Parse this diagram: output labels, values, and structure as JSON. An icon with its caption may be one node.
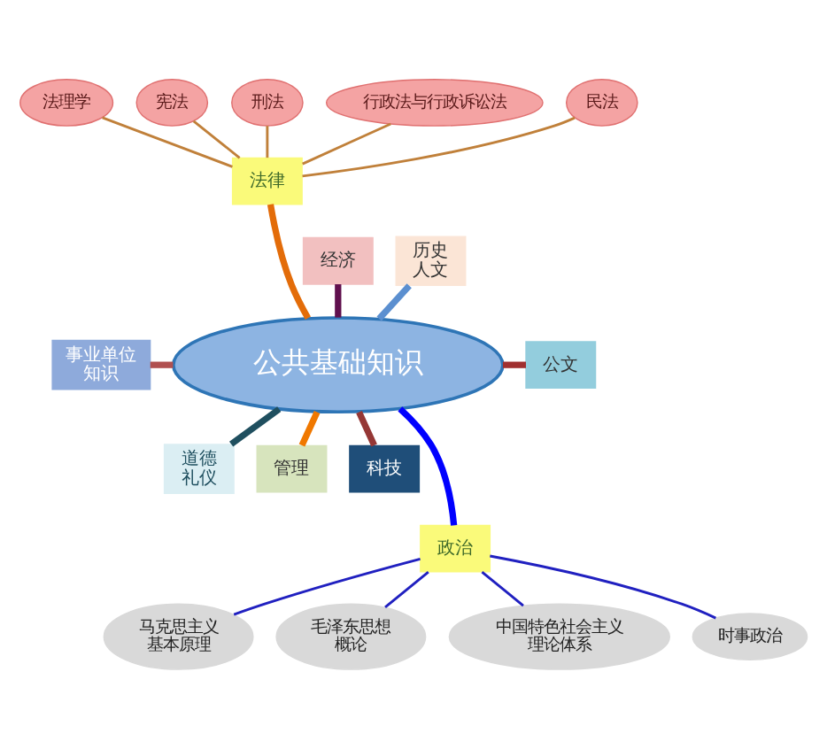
{
  "diagram": {
    "nodes": [
      {
        "text": [
          "法理学"
        ]
      },
      {
        "text": [
          "宪法"
        ]
      },
      {
        "text": [
          "刑法"
        ]
      },
      {
        "text": [
          "行政法与行政诉讼法"
        ]
      },
      {
        "text": [
          "民法"
        ]
      },
      {
        "text": [
          "法律"
        ]
      },
      {
        "text": [
          "历史人文"
        ]
      },
      {
        "text": [
          "经济"
        ]
      },
      {
        "text": [
          "事业单位知识"
        ]
      },
      {
        "text": [
          "公共基础知识"
        ]
      },
      {
        "text": [
          "公文"
        ]
      },
      {
        "text": [
          "道德礼仪"
        ]
      },
      {
        "text": [
          "管理"
        ]
      },
      {
        "text": [
          "科技"
        ]
      },
      {
        "text": [
          "政治"
        ]
      },
      {
        "text": [
          "马克思主义基本原理"
        ]
      },
      {
        "text": [
          "毛泽东思想概论"
        ]
      },
      {
        "text": [
          "中国特色社会主义理论体系"
        ]
      },
      {
        "text": [
          "时事政治"
        ]
      }
    ],
    "edges": [
      {
        "from": 0,
        "to": 5,
        "arrow": "none",
        "color": "#c0803a"
      },
      {
        "from": 1,
        "to": 5,
        "arrow": "none",
        "color": "#c0803a"
      },
      {
        "from": 2,
        "to": 5,
        "arrow": "none",
        "color": "#c0803a"
      },
      {
        "from": 3,
        "to": 5,
        "arrow": "none",
        "color": "#c0803a"
      },
      {
        "from": 4,
        "to": 5,
        "arrow": "none",
        "color": "#c0803a"
      },
      {
        "from": 5,
        "to": 9,
        "arrow": "none",
        "style": "thick",
        "color": "#e36c09"
      },
      {
        "from": 6,
        "to": 9,
        "arrow": "none",
        "style": "thick",
        "color": "#5b8fd0"
      },
      {
        "from": 7,
        "to": 9,
        "arrow": "none",
        "style": "thick",
        "color": "#60104e"
      },
      {
        "from": 8,
        "to": 9,
        "arrow": "none",
        "style": "thick",
        "color": "#b05050"
      },
      {
        "from": 9,
        "to": 10,
        "arrow": "none",
        "style": "thick",
        "color": "#a03030"
      },
      {
        "from": 9,
        "to": 11,
        "arrow": "none",
        "style": "thick",
        "color": "#1f4f5f"
      },
      {
        "from": 9,
        "to": 12,
        "arrow": "none",
        "style": "thick",
        "color": "#f07800"
      },
      {
        "from": 9,
        "to": 13,
        "arrow": "none",
        "style": "thick",
        "color": "#953735"
      },
      {
        "from": 9,
        "to": 14,
        "arrow": "none",
        "style": "thick",
        "color": "#0000ff"
      },
      {
        "from": 14,
        "to": 15,
        "arrow": "none",
        "color": "#2020c0"
      },
      {
        "from": 14,
        "to": 16,
        "arrow": "none",
        "color": "#2020c0"
      },
      {
        "from": 14,
        "to": 17,
        "arrow": "none",
        "color": "#2020c0"
      },
      {
        "from": 14,
        "to": 18,
        "arrow": "none",
        "color": "#2020c0"
      }
    ]
  }
}
